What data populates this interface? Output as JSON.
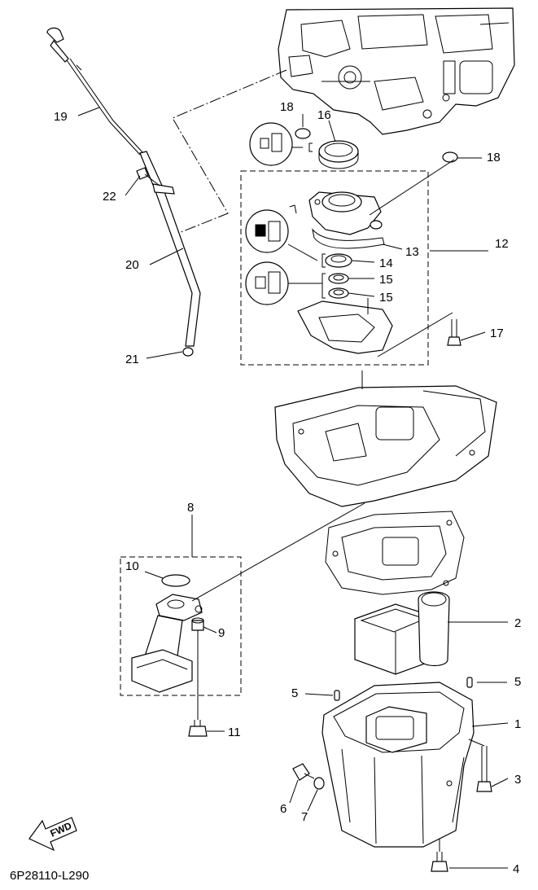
{
  "figure_code": "6P28110-L290",
  "fwd_label": "FWD",
  "callouts": {
    "c1": "1",
    "c2": "2",
    "c3": "3",
    "c4": "4",
    "c5a": "5",
    "c5b": "5",
    "c6": "6",
    "c7": "7",
    "c8": "8",
    "c9": "9",
    "c10": "10",
    "c11": "11",
    "c12": "12",
    "c13": "13",
    "c14": "14",
    "c15a": "15",
    "c15b": "15",
    "c16": "16",
    "c17": "17",
    "c18a": "18",
    "c18b": "18",
    "c19": "19",
    "c20": "20",
    "c21": "21",
    "c22": "22"
  }
}
